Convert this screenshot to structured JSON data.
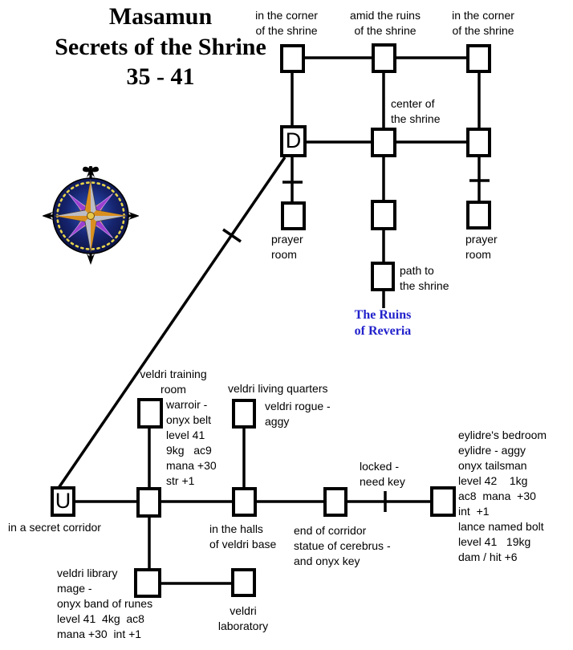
{
  "title": {
    "line1": "Masamun",
    "line2": "Secrets of the Shrine",
    "line3": "35 - 41"
  },
  "shrine": {
    "corner_nw": "in the corner\nof the shrine",
    "ruins_n": "amid the ruins\nof the shrine",
    "corner_ne": "in the corner\nof the shrine",
    "center": "center of\nthe shrine",
    "prayer_west": "prayer\nroom",
    "prayer_east": "prayer\nroom",
    "path": "path to\nthe shrine",
    "exit_link": "The Ruins\nof Reveria"
  },
  "base": {
    "training_room": "veldri training\nroom",
    "warrior_stats": "warroir -\nonyx belt\nlevel 41\n9kg   ac9\nmana +30\nstr +1",
    "living_quarters": "veldri living quarters",
    "rogue_stats": "veldri rogue -\naggy",
    "secret_corridor": "in a secret corridor",
    "halls": "in the halls\nof veldri base",
    "end_corridor": "end of corridor\nstatue of cerebrus -\nand onyx key",
    "locked_door": "locked -\nneed key",
    "bedroom_stats": "eylidre's bedroom\neylidre - aggy\nonyx tailsman\nlevel 42    1kg\nac8  mana  +30\nint  +1\nlance named bolt\nlevel 41   19kg\ndam / hit +6",
    "library_stats": "veldri library\nmage -\nonyx band of runes\nlevel 41  4kg  ac8\nmana +30  int +1",
    "laboratory": "veldri\nlaboratory"
  },
  "rooms": {
    "down_stairs": "D",
    "up_stairs": "U"
  },
  "colors": {
    "map_line": "#000000",
    "exit_text": "#2222cc",
    "background": "#ffffff",
    "compass_blue": "#16246e",
    "compass_gold": "#c8881c",
    "compass_purple": "#9a3fd0",
    "compass_silver": "#bcbcc6",
    "compass_dots": "#e8d44a"
  }
}
